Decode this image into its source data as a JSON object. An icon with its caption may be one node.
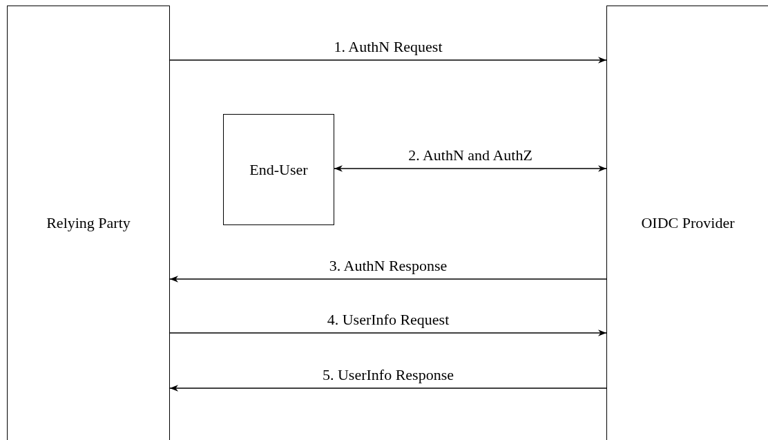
{
  "diagram": {
    "nodes": [
      {
        "text": [
          "Relying Party"
        ]
      },
      {
        "text": [
          "OIDC Provider"
        ]
      },
      {
        "text": [
          "End-User"
        ]
      }
    ],
    "edges": [
      {
        "from": 0,
        "to": 1,
        "arrow": "to",
        "label": "1. AuthN Request"
      },
      {
        "from": 2,
        "to": 1,
        "arrow": "both",
        "label": "2. AuthN and AuthZ"
      },
      {
        "from": 1,
        "to": 0,
        "arrow": "to",
        "label": "3. AuthN Response"
      },
      {
        "from": 0,
        "to": 1,
        "arrow": "to",
        "label": "4. UserInfo Request"
      },
      {
        "from": 1,
        "to": 0,
        "arrow": "to",
        "label": "5. UserInfo Response"
      }
    ]
  }
}
